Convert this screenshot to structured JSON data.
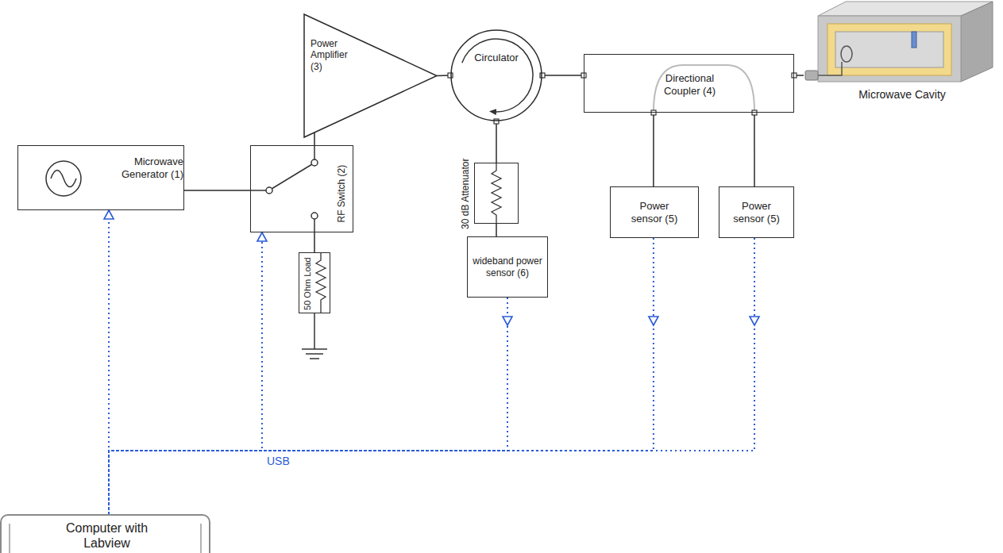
{
  "diagram": {
    "nodes": [
      {
        "text": [
          "Microwave Generator (1)"
        ]
      },
      {
        "text": [
          "RF Switch (2)"
        ]
      },
      {
        "text": [
          "Power Amplifier (3)"
        ]
      },
      {
        "text": [
          "Circulator"
        ]
      },
      {
        "text": [
          "Directional Coupler (4)"
        ]
      },
      {
        "text": [
          "Microwave Cavity"
        ]
      },
      {
        "text": [
          "30 dB Attenuator"
        ]
      },
      {
        "text": [
          "Power sensor (5)"
        ]
      },
      {
        "text": [
          "Power sensor (5)"
        ]
      },
      {
        "text": [
          "wideband power sensor (6)"
        ]
      },
      {
        "text": [
          "50 Ohm Load"
        ]
      },
      {
        "text": [
          "Computer with Labview"
        ]
      }
    ],
    "edges": [
      {
        "from": 0,
        "to": 1,
        "arrow": "none"
      },
      {
        "from": 1,
        "to": 2,
        "arrow": "none"
      },
      {
        "from": 2,
        "to": 3,
        "arrow": "none"
      },
      {
        "from": 3,
        "to": 4,
        "arrow": "none"
      },
      {
        "from": 4,
        "to": 5,
        "arrow": "none"
      },
      {
        "from": 1,
        "to": 10,
        "arrow": "none"
      },
      {
        "from": 3,
        "to": 6,
        "arrow": "none"
      },
      {
        "from": 6,
        "to": 9,
        "arrow": "none"
      },
      {
        "from": 4,
        "to": 7,
        "arrow": "none"
      },
      {
        "from": 4,
        "to": 8,
        "arrow": "none"
      },
      {
        "from": 11,
        "to": 0,
        "arrow": "to"
      },
      {
        "from": 11,
        "to": 1,
        "arrow": "to"
      },
      {
        "from": 9,
        "to": 11,
        "arrow": "to"
      },
      {
        "from": 7,
        "to": 11,
        "arrow": "to"
      },
      {
        "from": 8,
        "to": 11,
        "arrow": "to"
      }
    ],
    "labels": [
      "USB"
    ]
  }
}
